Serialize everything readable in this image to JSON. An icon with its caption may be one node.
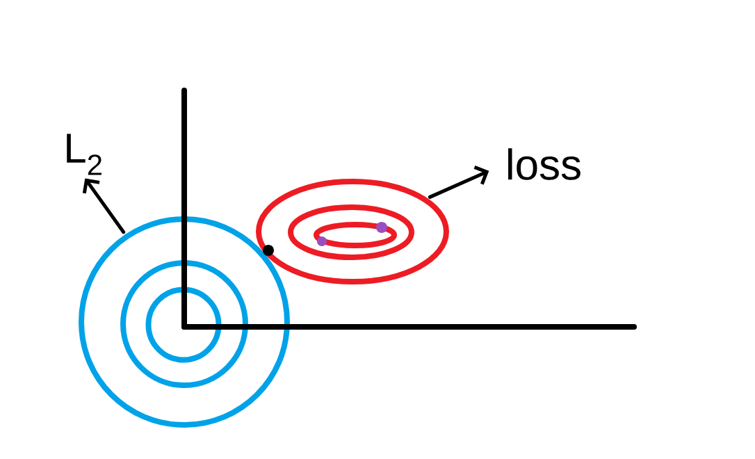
{
  "diagram": {
    "nodes": [
      {
        "text": [
          "L$_{2}$"
        ]
      },
      {
        "text": [
          "loss"
        ]
      },
      {
        "text": [],
        "shape": "circle"
      },
      {
        "text": [],
        "shape": "circle",
        "in": 2
      },
      {
        "text": [],
        "shape": "circle",
        "in": 3
      },
      {
        "text": [],
        "shape": "ellipse"
      },
      {
        "text": [],
        "shape": "ellipse",
        "in": 5
      },
      {
        "text": [],
        "shape": "ellipse",
        "in": 6
      }
    ],
    "edges": [
      {
        "from": 2,
        "to": 0,
        "arrow": "to"
      },
      {
        "from": 5,
        "to": 1,
        "arrow": "to"
      }
    ]
  }
}
